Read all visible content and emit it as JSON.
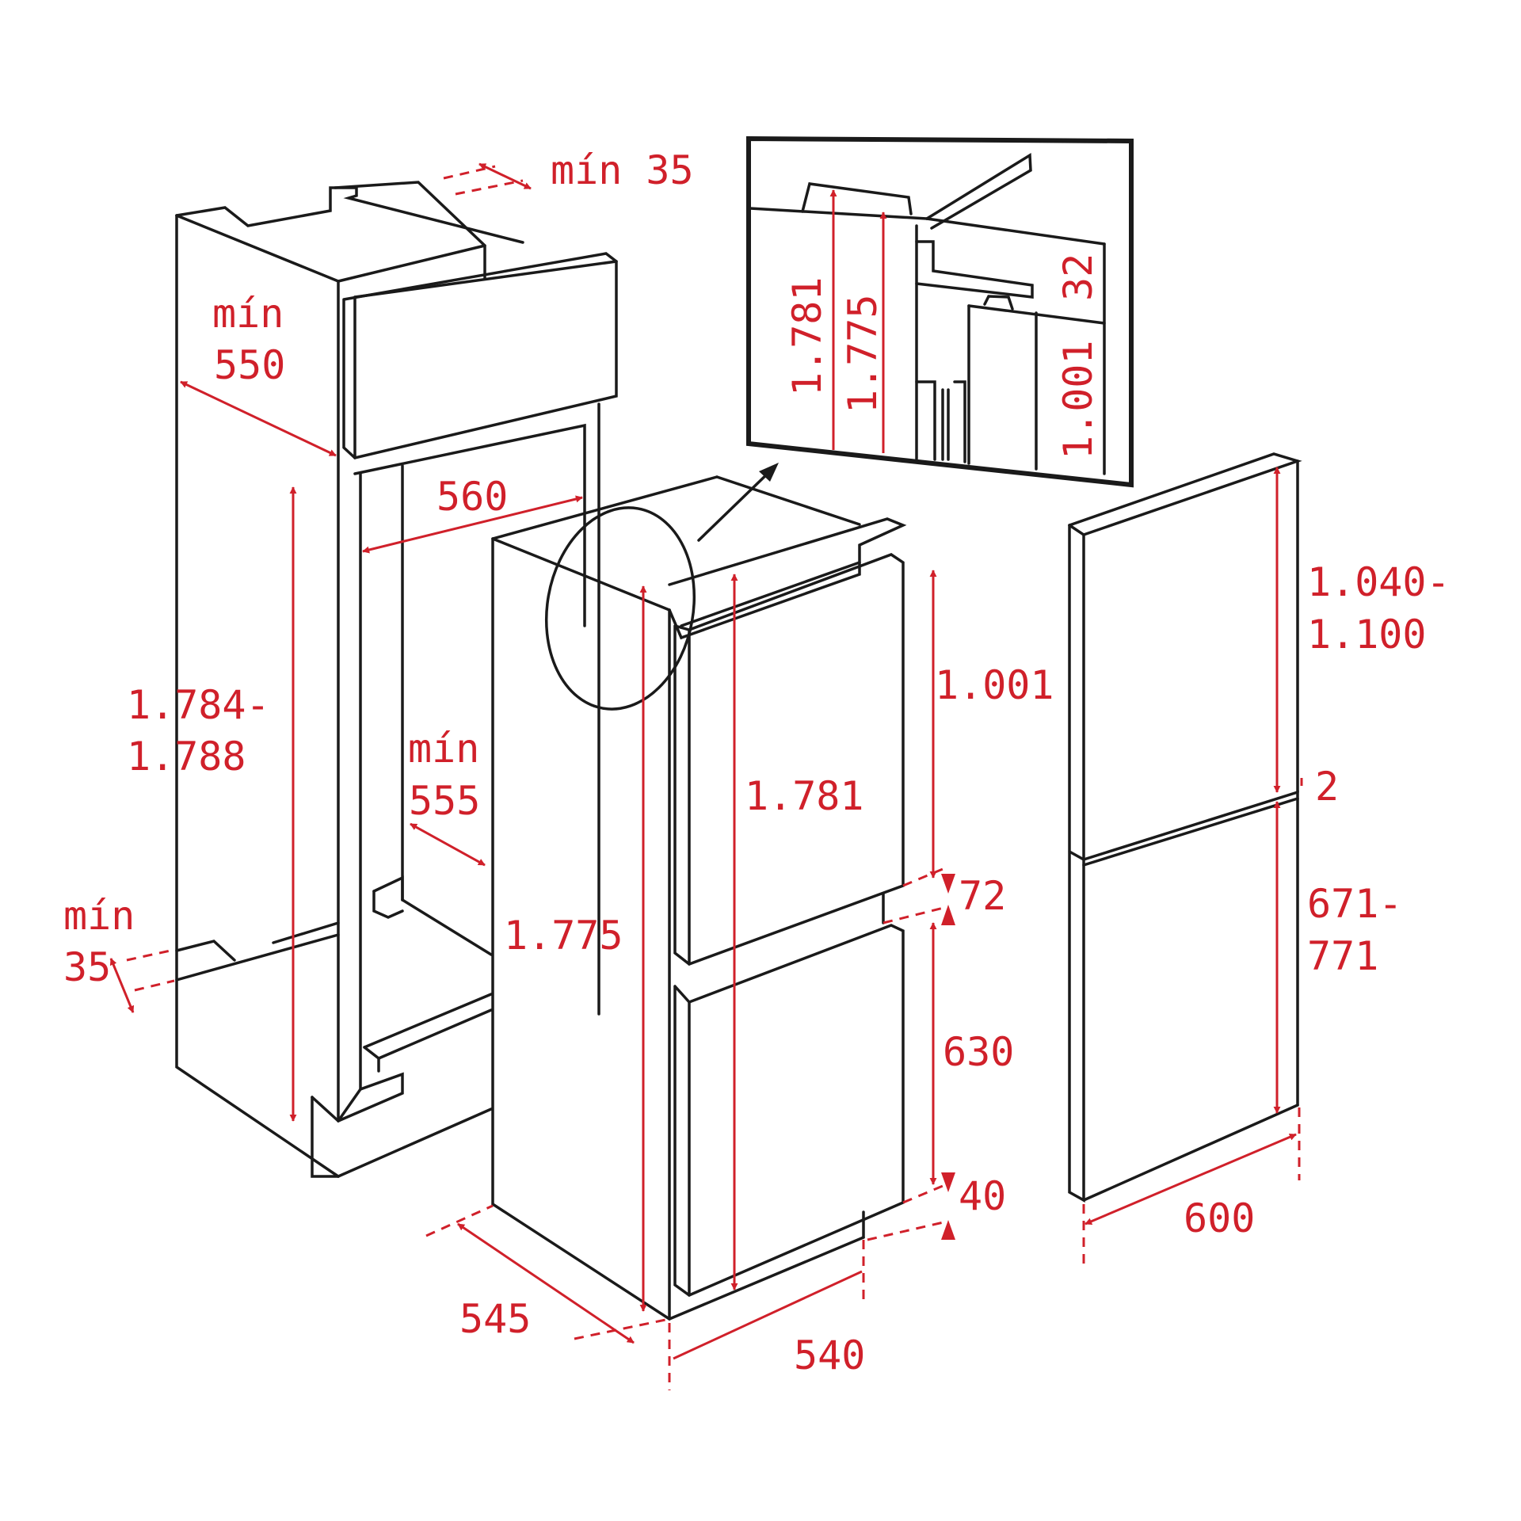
{
  "colors": {
    "line": "#1a1a1a",
    "dimension": "#d0202a",
    "background": "#ffffff"
  },
  "niche": {
    "top_clearance": "mín 35",
    "depth_min_line1": "mín",
    "depth_min_line2": "550",
    "inner_width": "560",
    "height_line1": "1.784-",
    "height_line2": "1.788",
    "inner_depth_line1": "mín",
    "inner_depth_line2": "555",
    "bottom_clearance_line1": "mín",
    "bottom_clearance_line2": "35"
  },
  "appliance": {
    "total_height_door": "1.781",
    "body_height": "1.775",
    "upper_door": "1.001",
    "gap": "72",
    "lower_door": "630",
    "plinth": "40",
    "depth": "545",
    "width": "540"
  },
  "detail": {
    "label_1781": "1.781",
    "label_1775": "1.775",
    "label_32": "32",
    "label_1001": "1.001"
  },
  "furniture_door": {
    "upper_line1": "1.040-",
    "upper_line2": "1.100",
    "gap": "2",
    "lower_line1": "671-",
    "lower_line2": "771",
    "width": "600"
  }
}
